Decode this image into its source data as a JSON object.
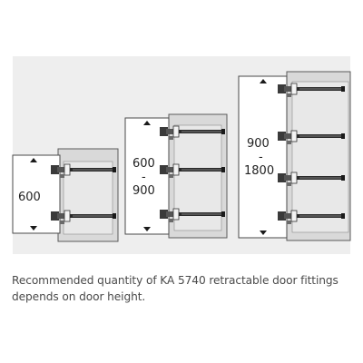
{
  "figures": [
    {
      "id": "small",
      "height_label": [
        "600"
      ],
      "fittings": 2
    },
    {
      "id": "medium",
      "height_label": [
        "600",
        "-",
        "900"
      ],
      "fittings": 3
    },
    {
      "id": "large",
      "height_label": [
        "900",
        "-",
        "1800"
      ],
      "fittings": 4
    }
  ],
  "caption": {
    "line1": "Recommended quantity of KA 5740 retractable door fittings",
    "line2": "depends on door height."
  },
  "colors": {
    "background_panel": "#eeeeee",
    "door_fill": "#ffffff",
    "cabinet_fill": "#d9d9d9",
    "cabinet_stroke": "#5a5a5a",
    "rail": "#2a2a2a",
    "hinge": "#3a3a3a",
    "caption_text": "#4a4a4a"
  }
}
